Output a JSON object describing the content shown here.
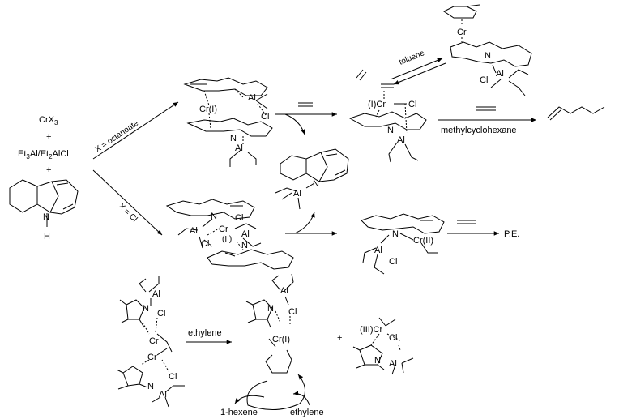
{
  "reactants": {
    "crx3": "CrX",
    "crx3_sub": "3",
    "plus1": "+",
    "alkyl_a": "Et",
    "alkyl_a_sub": "3",
    "alkyl_b": "Al/Et",
    "alkyl_b_sub": "2",
    "alkyl_c": "AlCl",
    "plus2": "+",
    "n_atom": "N",
    "h_atom": "H"
  },
  "conditions": {
    "octanoate": "X = octanoate",
    "chloride": "X = Cl"
  },
  "upper_complex": {
    "cr": "Cr(I)",
    "al_top": "Al",
    "cl": "Cl",
    "n": "N",
    "al_bottom": "Al"
  },
  "upper_product": {
    "cr": "(I)Cr",
    "cl": "Cl",
    "n": "N",
    "al": "Al"
  },
  "toluene_complex": {
    "cr": "Cr",
    "n": "N",
    "al": "Al",
    "cl": "Cl",
    "label": "toluene"
  },
  "amide_product": {
    "al": "Al",
    "n": "N"
  },
  "lower_complex": {
    "n_top": "N",
    "al_left": "Al",
    "cr": "Cr",
    "cr_ox": "(II)",
    "cl_top": "Cl",
    "al_right": "Al",
    "cl_bottom": "Cl",
    "n_bottom": "N"
  },
  "lower_product": {
    "n": "N",
    "cr": "Cr(II)",
    "al": "Al",
    "cl": "Cl"
  },
  "outcomes": {
    "solvent": "methylcyclohexane",
    "pe": "P.E."
  },
  "pyrrolyl_scheme": {
    "left_al_top": "Al",
    "left_n_top": "N",
    "left_cl_top": "Cl",
    "left_cr_top": "Cr",
    "left_cr_bottom": "Cr",
    "left_cl_bottom": "Cl",
    "left_n_bottom": "N",
    "left_al_bottom": "Al",
    "reagent": "ethylene",
    "mid_al": "Al",
    "mid_n": "N",
    "mid_cl": "Cl",
    "mid_cr": "Cr(I)",
    "plus": "+",
    "right_cr": "(III)Cr",
    "right_cl": "Cl",
    "right_n": "N",
    "right_al": "Al",
    "cycle_out": "1-hexene",
    "cycle_in": "ethylene"
  }
}
